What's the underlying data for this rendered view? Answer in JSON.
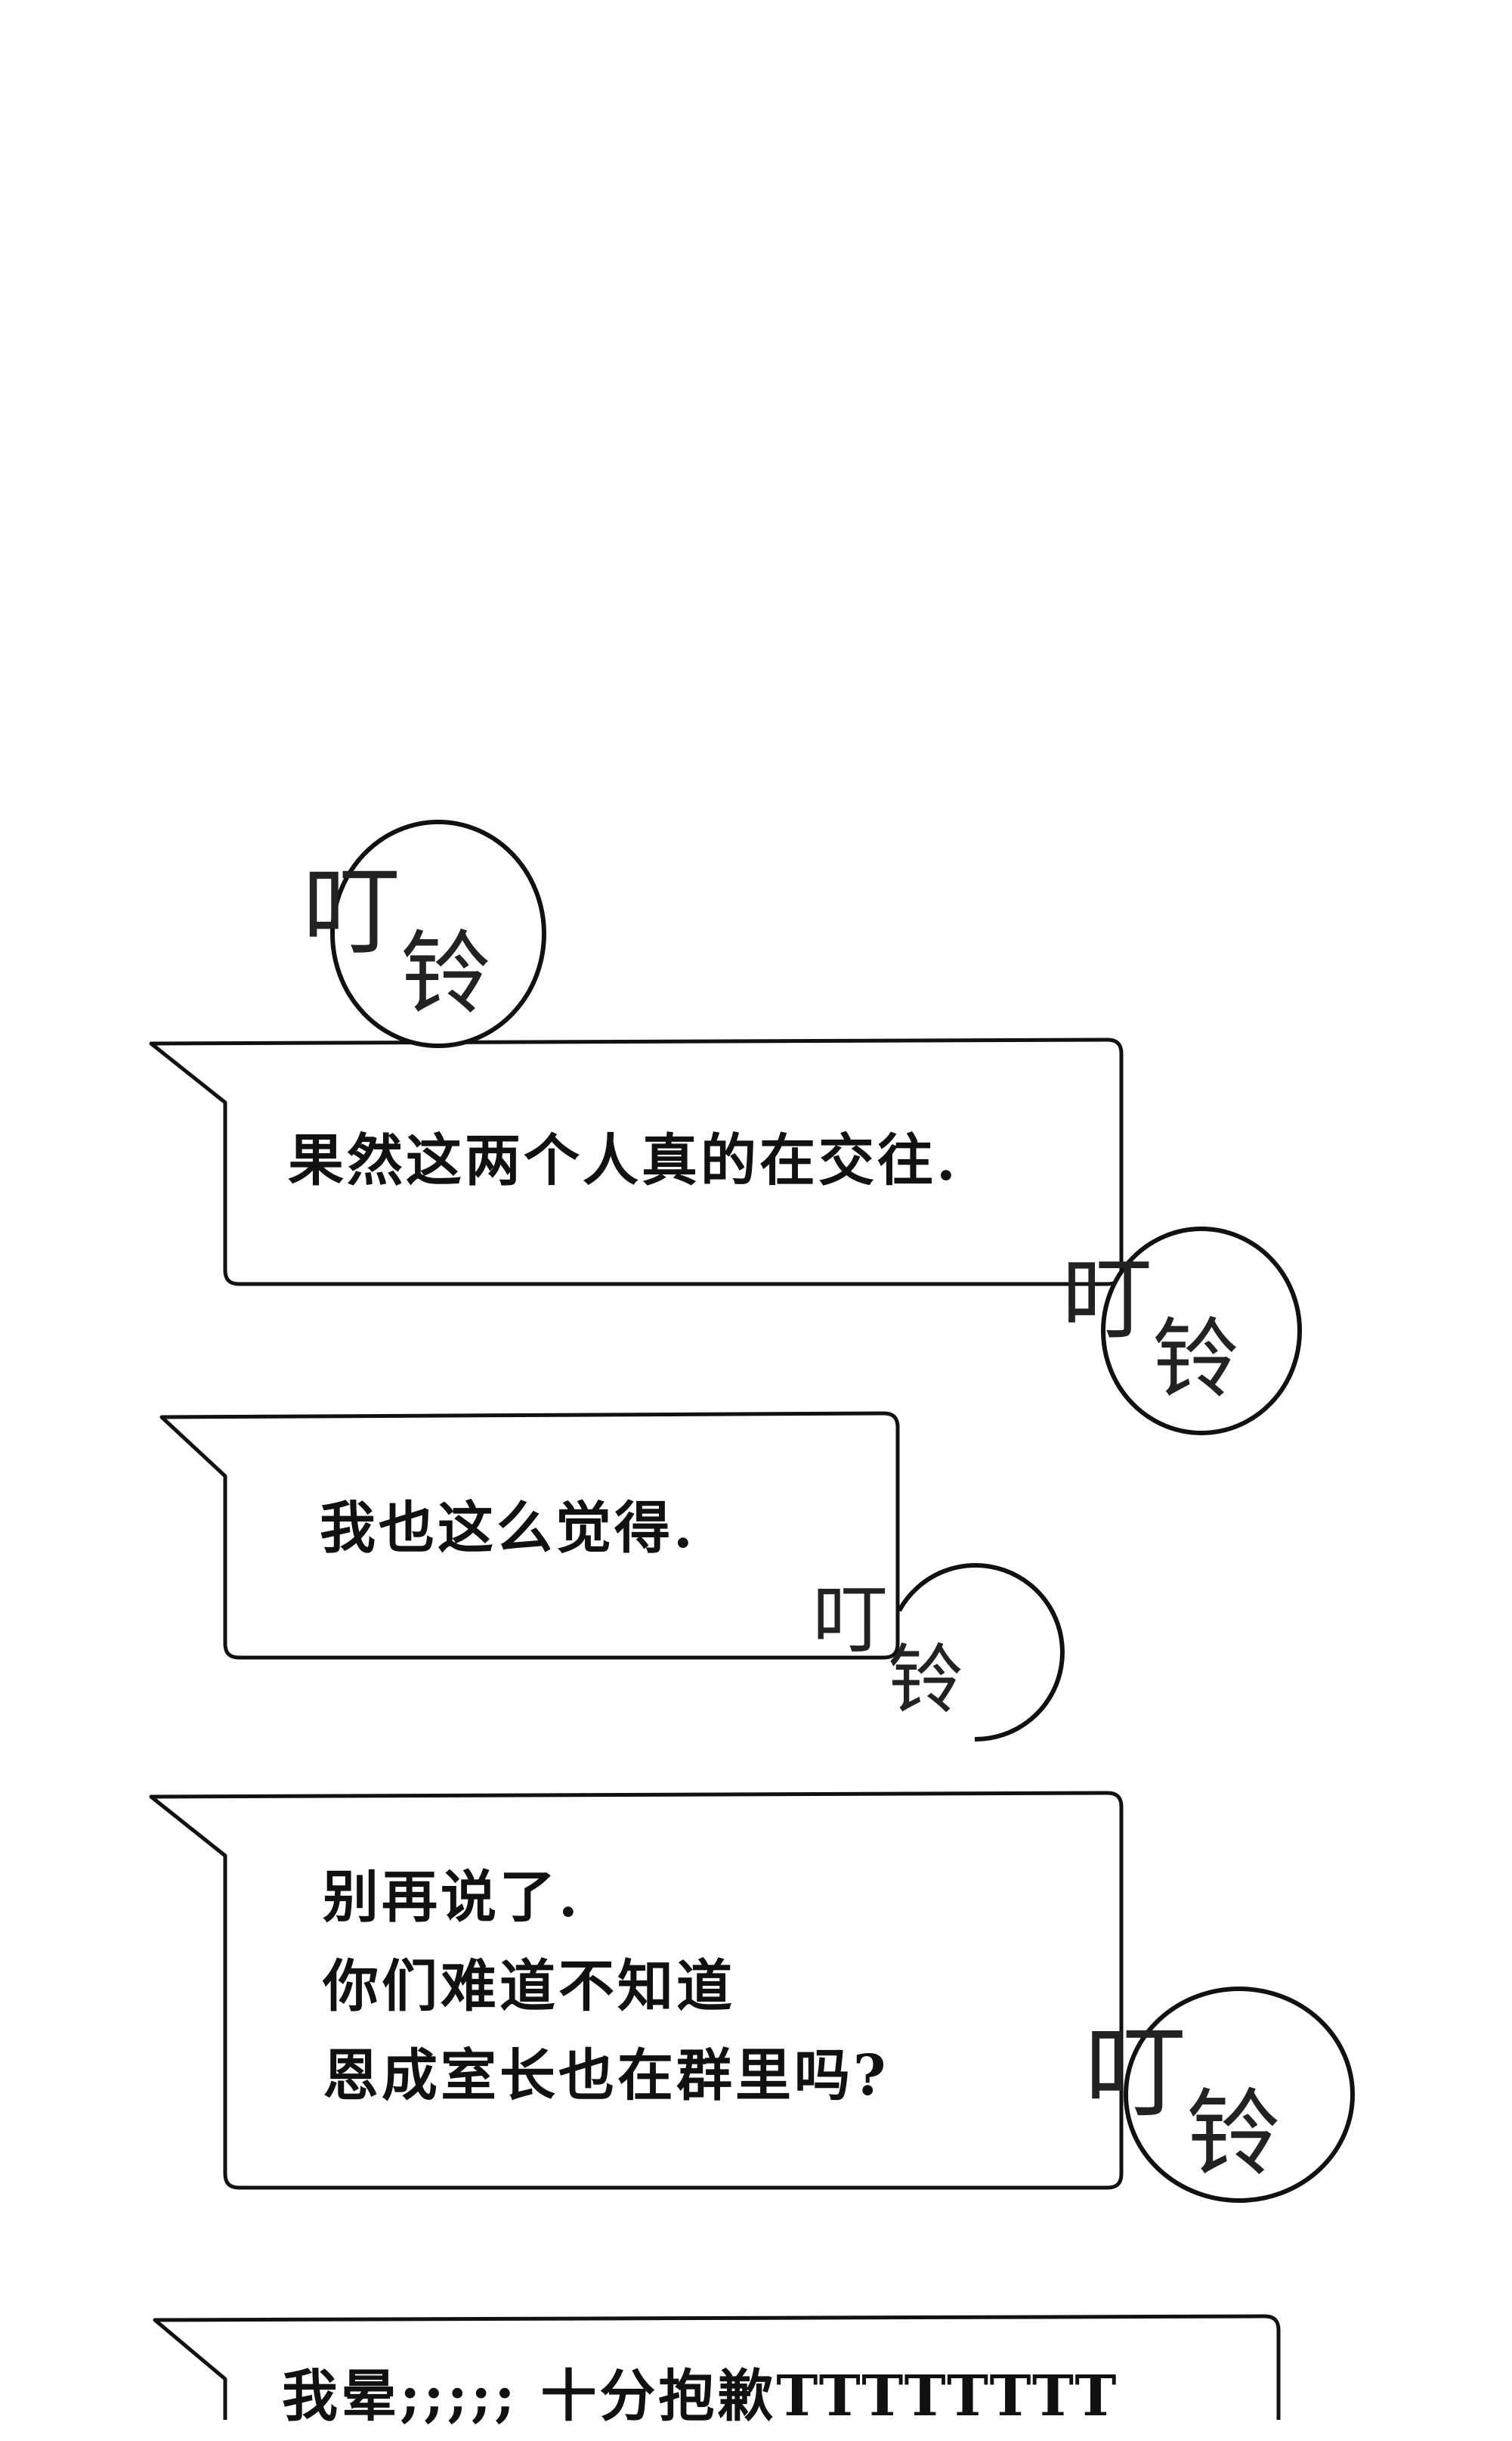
{
  "messages": [
    {
      "lines": [
        "果然这两个人真的在交往."
      ]
    },
    {
      "lines": [
        "我也这么觉得."
      ]
    },
    {
      "lines": [
        "别再说了.",
        "你们难道不知道",
        "恩成室长也在群里吗?"
      ]
    },
    {
      "lines": [
        "我晕;;;;; 十分抱歉TTTTTTTT"
      ]
    }
  ],
  "sfx": {
    "ding1": "叮",
    "ding2": "铃"
  },
  "colors": {
    "line": "#111111",
    "background": "#ffffff"
  }
}
